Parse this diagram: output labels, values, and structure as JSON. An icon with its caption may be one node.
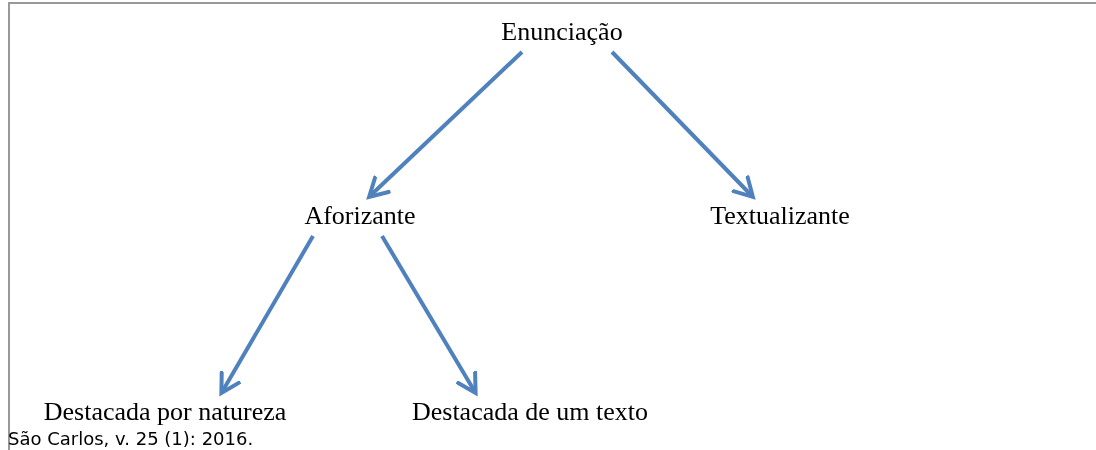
{
  "diagram": {
    "nodes": [
      {
        "text": [
          "Enunciação"
        ]
      },
      {
        "text": [
          "Aforizante"
        ]
      },
      {
        "text": [
          "Textualizante"
        ]
      },
      {
        "text": [
          "Destacada por natureza"
        ]
      },
      {
        "text": [
          "Destacada de um texto"
        ]
      }
    ],
    "edges": [
      {
        "from": 0,
        "to": 1,
        "arrow": "to"
      },
      {
        "from": 0,
        "to": 2,
        "arrow": "to"
      },
      {
        "from": 1,
        "to": 3,
        "arrow": "to"
      },
      {
        "from": 1,
        "to": 4,
        "arrow": "to"
      }
    ],
    "labels": [
      "São Carlos, v. 25 (1): 2016."
    ]
  }
}
